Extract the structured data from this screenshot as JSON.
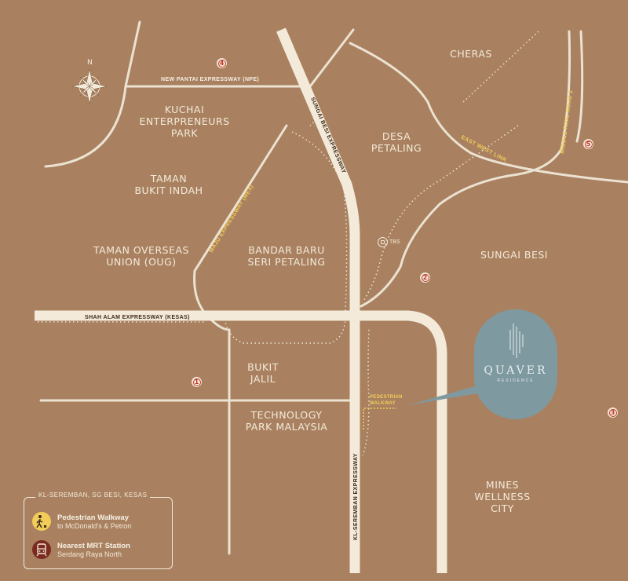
{
  "map": {
    "compass_label": "N",
    "roads": {
      "npe": "NEW PANTAI EXPRESSWAY (NPE)",
      "sungai_besi": "SUNGAI BESI EXPRESSWAY",
      "mex": "MAJU EXPRESSWAY (MEX)",
      "kesas": "SHAH ALAM EXPRESSWAY (KESAS)",
      "kl_seremban": "KL-SEREMBAN EXPRESSWAY",
      "east_west": "EAST WEST LINK",
      "mrr2": "MIDDLE RING ROAD 2"
    },
    "areas": {
      "kuchai": "KUCHAI\nENTERPRENEURS\nPARK",
      "cheras": "CHERAS",
      "desa_petaling": "DESA\nPETALING",
      "taman_bukit_indah": "TAMAN\nBUKIT INDAH",
      "taman_overseas": "TAMAN OVERSEAS\nUNION (OUG)",
      "bandar_baru": "BANDAR BARU\nSERI PETALING",
      "sungai_besi": "SUNGAI BESI",
      "bukit_jalil": "BUKIT\nJALIL",
      "tpm": "TECHNOLOGY\nPARK MALAYSIA",
      "mines": "MINES\nWELLNESS\nCITY"
    },
    "markers": [
      "1",
      "2",
      "3",
      "4",
      "5"
    ],
    "tbs_label": "TBS",
    "pedestrian_label": "PEDESTRIAN\nWALKWAY",
    "quaver_name": "QUAVER",
    "quaver_sub": "RESIDENCE"
  },
  "legend": {
    "title": "KL-SEREMBAN, SG BESI, KESAS",
    "items": [
      {
        "title": "Pedestrian Walkway",
        "desc": "to McDonald's & Petron",
        "icon": "pedestrian-icon",
        "color": "#f1cc58"
      },
      {
        "title": "Nearest MRT Station",
        "desc": "Serdang Raya North",
        "icon": "train-icon",
        "color": "#7a2a1f"
      }
    ]
  },
  "colors": {
    "background": "#a98160",
    "road": "#f3ead9",
    "walkway": "#f1cc58",
    "marker": "#c0392b",
    "quaver": "#7e99a0"
  }
}
